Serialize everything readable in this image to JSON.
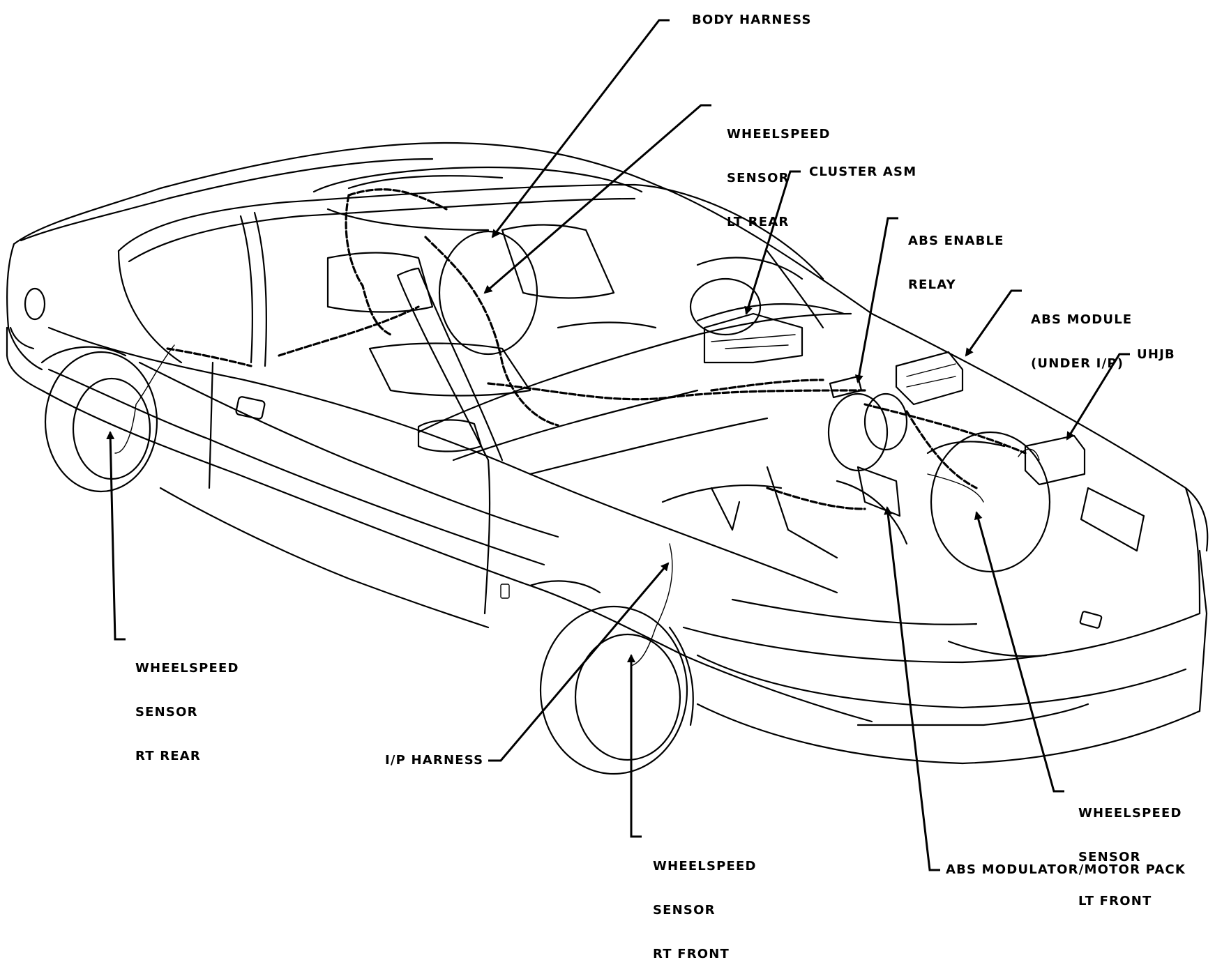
{
  "callouts": {
    "body_harness": "BODY HARNESS",
    "ws_lt_rear": [
      "WHEELSPEED",
      "SENSOR",
      "LT REAR"
    ],
    "cluster_asm": "CLUSTER ASM",
    "abs_enable_relay": [
      "ABS ENABLE",
      "RELAY"
    ],
    "abs_module": [
      "ABS MODULE",
      "(UNDER I/P)"
    ],
    "uhjb": "UHJB",
    "ws_rt_rear": [
      "WHEELSPEED",
      "SENSOR",
      "RT REAR"
    ],
    "ip_harness": "I/P HARNESS",
    "ws_lt_front": [
      "WHEELSPEED",
      "SENSOR",
      "LT FRONT"
    ],
    "ws_rt_front": [
      "WHEELSPEED",
      "SENSOR",
      "RT FRONT"
    ],
    "abs_modulator": "ABS MODULATOR/MOTOR PACK"
  }
}
